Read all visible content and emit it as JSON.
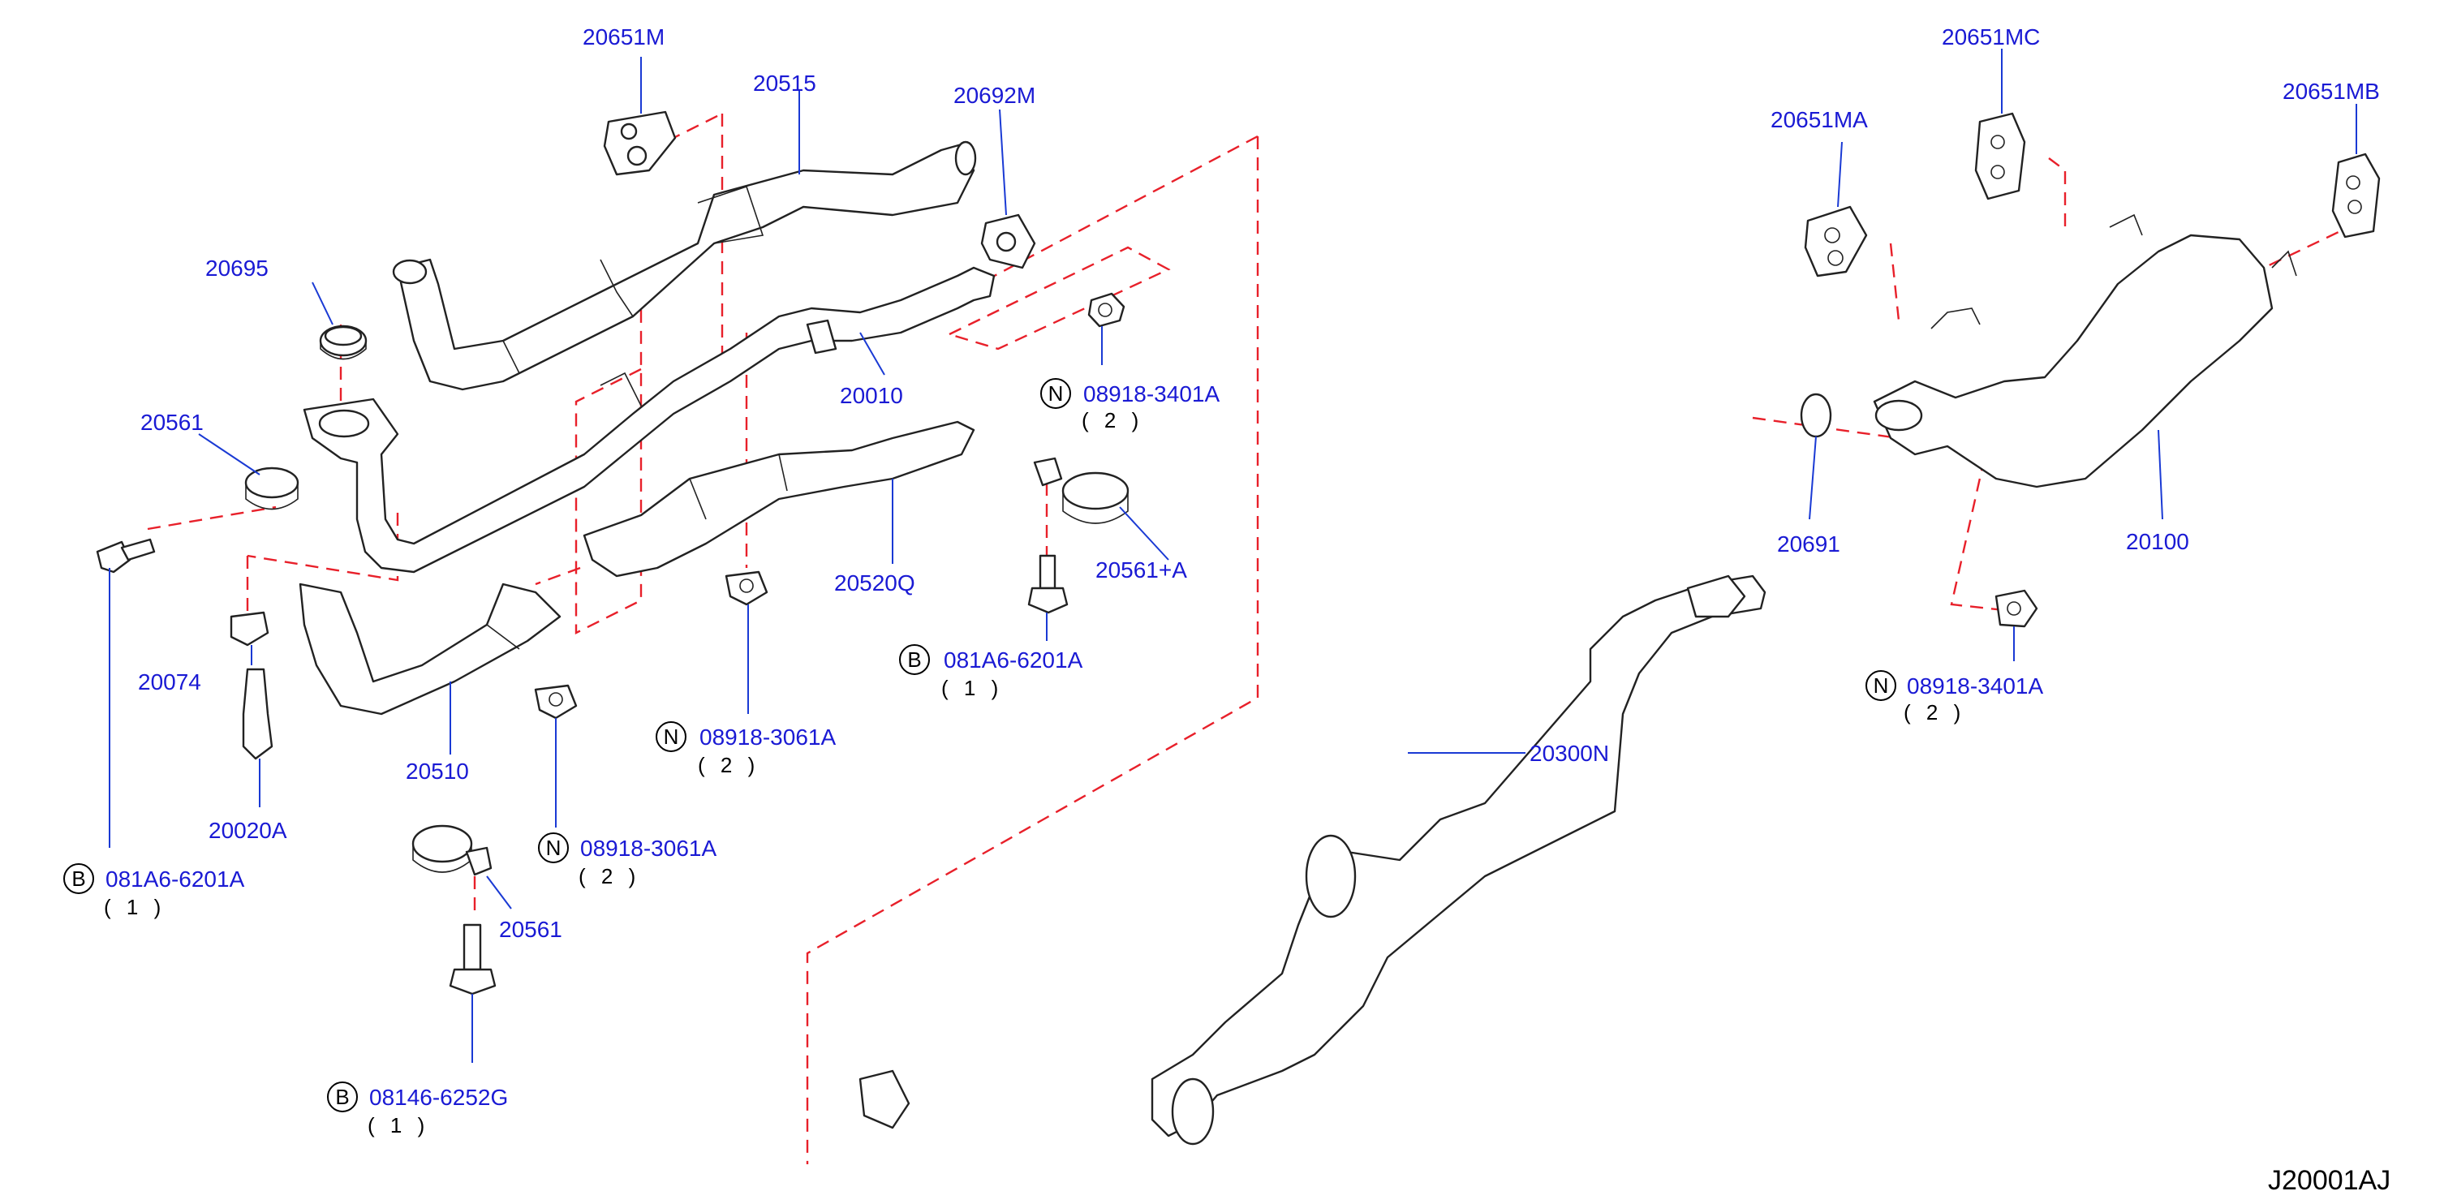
{
  "parts": [
    {
      "id": "p1",
      "number": "20651M"
    },
    {
      "id": "p2",
      "number": "20515"
    },
    {
      "id": "p3",
      "number": "20692M"
    },
    {
      "id": "p4",
      "number": "20695"
    },
    {
      "id": "p5",
      "number": "20561"
    },
    {
      "id": "p6",
      "number": "20010"
    },
    {
      "id": "p7",
      "number": "08918-3401A",
      "prefix": "N",
      "qty": "( 2 )"
    },
    {
      "id": "p8",
      "number": "20520Q"
    },
    {
      "id": "p9",
      "number": "20561+A"
    },
    {
      "id": "p10",
      "number": "20074"
    },
    {
      "id": "p11",
      "number": "20510"
    },
    {
      "id": "p12",
      "number": "081A6-6201A",
      "prefix": "B",
      "qty": "( 1 )"
    },
    {
      "id": "p13",
      "number": "08918-3061A",
      "prefix": "N",
      "qty": "( 2 )"
    },
    {
      "id": "p14",
      "number": "20020A"
    },
    {
      "id": "p15",
      "number": "081A6-6201A",
      "prefix": "B",
      "qty": "( 1 )"
    },
    {
      "id": "p16",
      "number": "08918-3061A",
      "prefix": "N",
      "qty": "( 2 )"
    },
    {
      "id": "p17",
      "number": "20561"
    },
    {
      "id": "p18",
      "number": "08146-6252G",
      "prefix": "B",
      "qty": "( 1 )"
    },
    {
      "id": "p19",
      "number": "20651MC"
    },
    {
      "id": "p20",
      "number": "20651MB"
    },
    {
      "id": "p21",
      "number": "20651MA"
    },
    {
      "id": "p22",
      "number": "20691"
    },
    {
      "id": "p23",
      "number": "20100"
    },
    {
      "id": "p24",
      "number": "08918-3401A",
      "prefix": "N",
      "qty": "( 2 )"
    },
    {
      "id": "p25",
      "number": "20300N"
    }
  ],
  "diagram_code": "J20001AJ",
  "colors": {
    "part_label": "#1a1ad4",
    "leader_line": "#1a3ad4",
    "dashed_guide": "#e8202a",
    "drawing_line": "#222222"
  }
}
